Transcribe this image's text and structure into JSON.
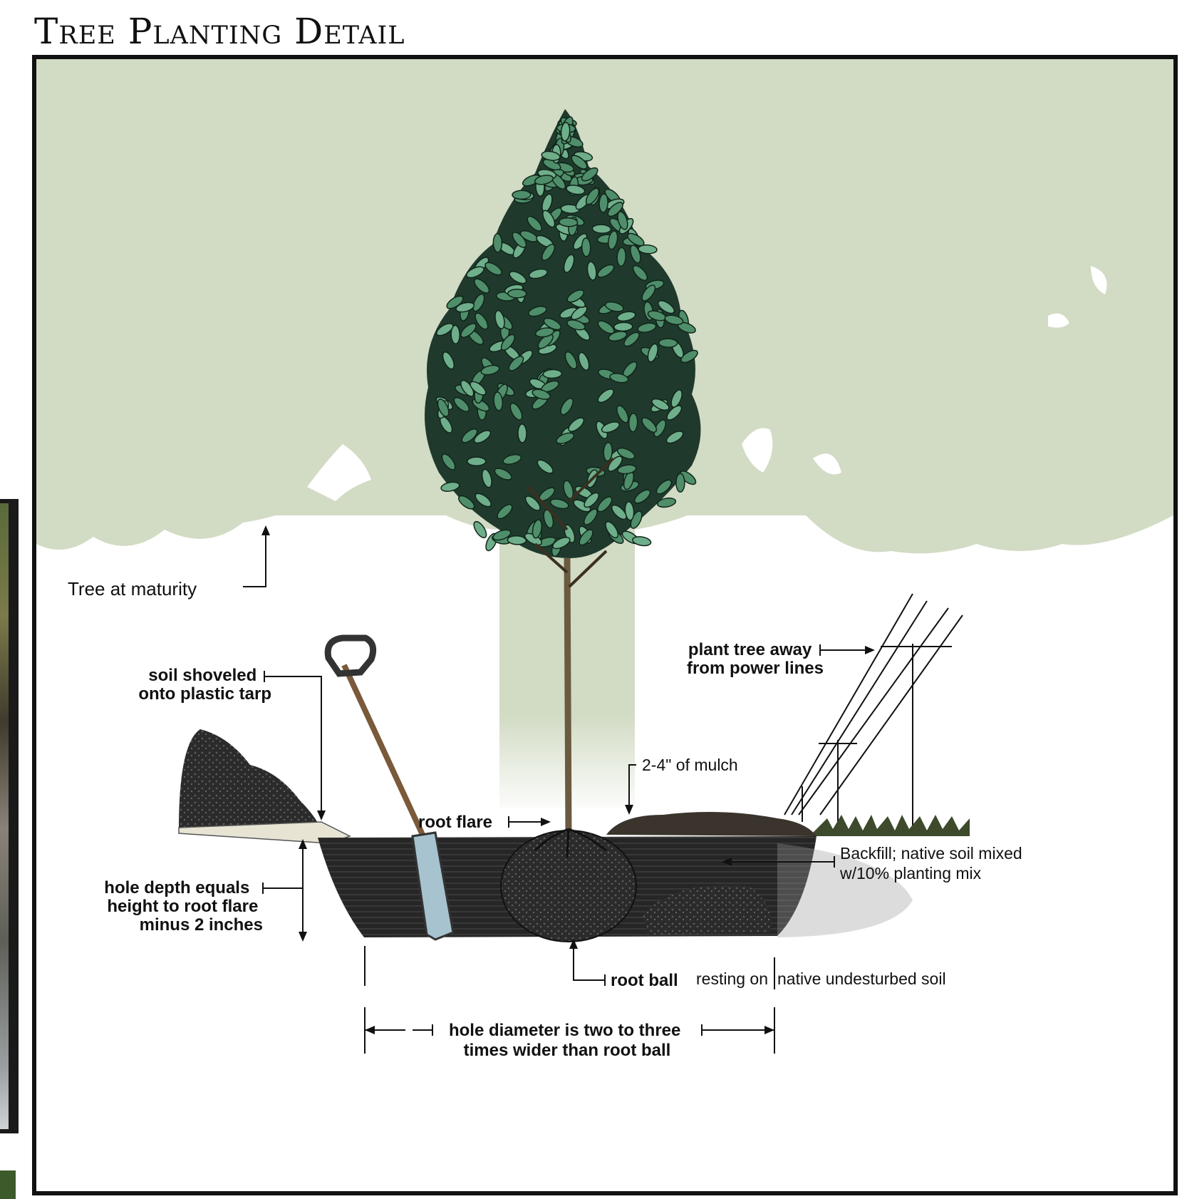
{
  "title": "Tree Planting Detail",
  "colors": {
    "sky": "#d2dbc4",
    "foliage_dark": "#1f3a2c",
    "foliage_light": "#4f8e6a",
    "soil": "#2a2a2a",
    "mulch": "#3a342c",
    "grass": "#3d4a2c",
    "frame": "#111111"
  },
  "labels": {
    "maturity": "Tree at maturity",
    "soil_shoveled": [
      "soil shoveled",
      "onto plastic tarp"
    ],
    "power_lines": [
      "plant tree away",
      "from power lines"
    ],
    "mulch": "2-4\" of mulch",
    "root_flare": "root flare",
    "backfill": [
      "Backfill; native soil mixed",
      "w/10% planting mix"
    ],
    "hole_depth": [
      "hole depth equals",
      "height to root flare",
      "minus 2 inches"
    ],
    "root_ball": "root ball",
    "resting_on": "resting on",
    "native_soil": "native undesturbed soil",
    "hole_diameter": [
      "hole diameter is two to three",
      "times wider than root ball"
    ]
  }
}
